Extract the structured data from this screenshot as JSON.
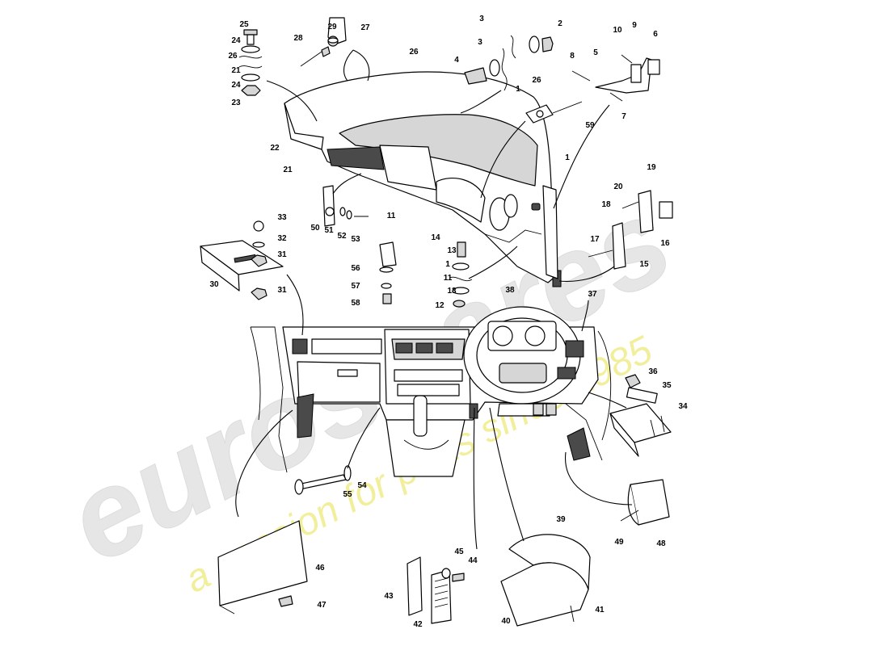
{
  "watermark": {
    "brand": "eurospares",
    "tagline": "a passion for parts since 1985",
    "colors": {
      "brand": "#e6e6e6",
      "tagline": "#f2ef9c"
    }
  },
  "callouts": [
    {
      "n": "25"
    },
    {
      "n": "24"
    },
    {
      "n": "26"
    },
    {
      "n": "21"
    },
    {
      "n": "24"
    },
    {
      "n": "23"
    },
    {
      "n": "29"
    },
    {
      "n": "27"
    },
    {
      "n": "28"
    },
    {
      "n": "26"
    },
    {
      "n": "3"
    },
    {
      "n": "2"
    },
    {
      "n": "3"
    },
    {
      "n": "4"
    },
    {
      "n": "26"
    },
    {
      "n": "1"
    },
    {
      "n": "10"
    },
    {
      "n": "9"
    },
    {
      "n": "6"
    },
    {
      "n": "8"
    },
    {
      "n": "5"
    },
    {
      "n": "7"
    },
    {
      "n": "59"
    },
    {
      "n": "22"
    },
    {
      "n": "21"
    },
    {
      "n": "1"
    },
    {
      "n": "11"
    },
    {
      "n": "50"
    },
    {
      "n": "51"
    },
    {
      "n": "52"
    },
    {
      "n": "53"
    },
    {
      "n": "33"
    },
    {
      "n": "32"
    },
    {
      "n": "31"
    },
    {
      "n": "30"
    },
    {
      "n": "31"
    },
    {
      "n": "14"
    },
    {
      "n": "13"
    },
    {
      "n": "1"
    },
    {
      "n": "11"
    },
    {
      "n": "13"
    },
    {
      "n": "12"
    },
    {
      "n": "56"
    },
    {
      "n": "57"
    },
    {
      "n": "58"
    },
    {
      "n": "19"
    },
    {
      "n": "20"
    },
    {
      "n": "18"
    },
    {
      "n": "16"
    },
    {
      "n": "17"
    },
    {
      "n": "15"
    },
    {
      "n": "38"
    },
    {
      "n": "37"
    },
    {
      "n": "36"
    },
    {
      "n": "35"
    },
    {
      "n": "34"
    },
    {
      "n": "55"
    },
    {
      "n": "54"
    },
    {
      "n": "46"
    },
    {
      "n": "47"
    },
    {
      "n": "45"
    },
    {
      "n": "44"
    },
    {
      "n": "43"
    },
    {
      "n": "42"
    },
    {
      "n": "39"
    },
    {
      "n": "40"
    },
    {
      "n": "41"
    },
    {
      "n": "49"
    },
    {
      "n": "48"
    }
  ]
}
